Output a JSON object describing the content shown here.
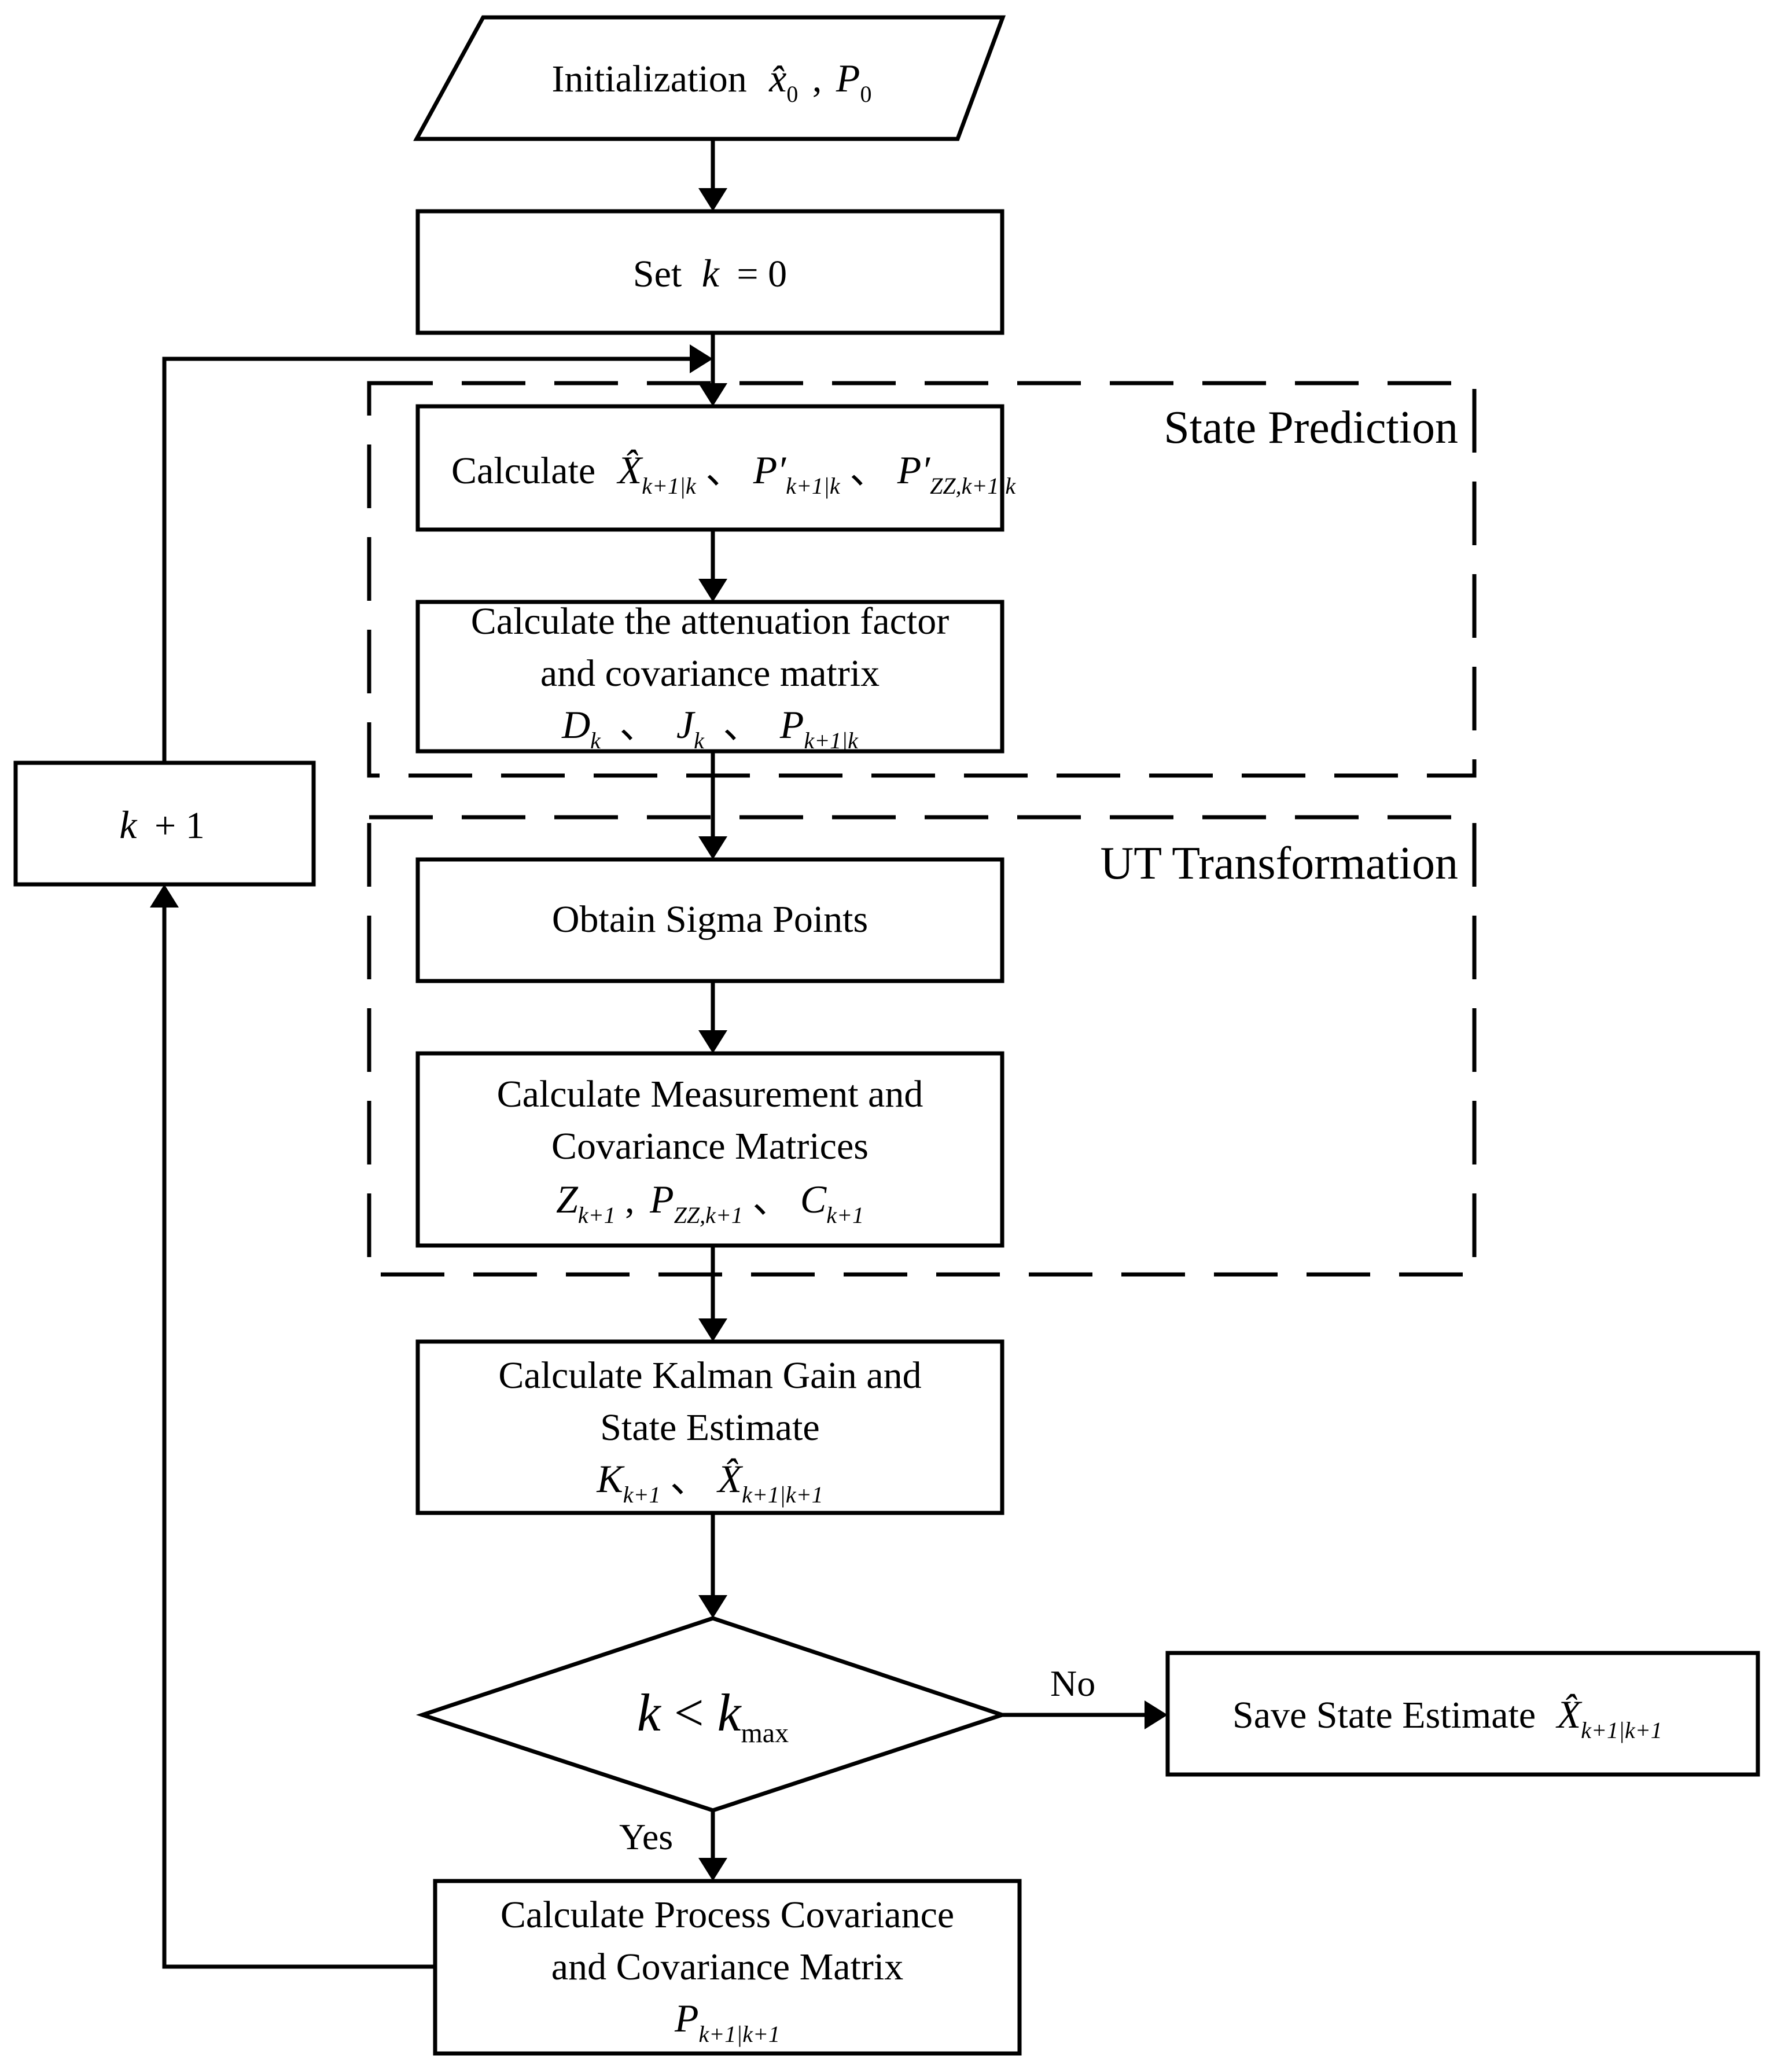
{
  "nodes": {
    "init": {
      "label": "Initialization",
      "math_x": "x̂",
      "sub_0": "0",
      "sep": ",",
      "math_p": "P",
      "sub_p": "0"
    },
    "set_k": {
      "label": "Set",
      "expr_k": "k",
      "expr_eq": "= 0"
    },
    "state_pred_calc": {
      "label": "Calculate",
      "x_hat": "X̂",
      "x_sub": "k+1|k",
      "sep1": "、",
      "p_prime": "P′",
      "p_sub": "k+1|k",
      "sep2": "、",
      "pzz_prime": "P′",
      "pzz_sub": "ZZ,k+1|k"
    },
    "attenuation": {
      "line1": "Calculate the attenuation factor",
      "line2": "and covariance matrix",
      "d": "D",
      "d_sub": "k",
      "sep1": "、",
      "j": "J",
      "j_sub": "k",
      "sep2": "、",
      "p": "P",
      "p_sub": "k+1|k"
    },
    "sigma": {
      "label": "Obtain Sigma Points"
    },
    "measurement": {
      "line1": "Calculate Measurement and",
      "line2": "Covariance Matrices",
      "z": "Z",
      "z_sub": "k+1",
      "sep1": ",",
      "pzz": "P",
      "pzz_sub": "ZZ,k+1",
      "sep2": "、",
      "c": "C",
      "c_sub": "k+1"
    },
    "kalman": {
      "line1": "Calculate Kalman Gain and",
      "line2": "State Estimate",
      "k": "K",
      "k_sub": "k+1",
      "sep": "、",
      "x_hat": "X̂",
      "x_sub": "k+1|k+1"
    },
    "decision": {
      "k": "k",
      "op": "<",
      "kmax": "k",
      "kmax_sub": "max"
    },
    "save": {
      "label": "Save State Estimate",
      "x_hat": "X̂",
      "x_sub": "k+1|k+1"
    },
    "process_cov": {
      "line1": "Calculate Process Covariance",
      "line2": "and Covariance Matrix",
      "p": "P",
      "p_sub": "k+1|k+1"
    },
    "increment": {
      "k": "k",
      "plus": "+ 1"
    }
  },
  "groups": {
    "state_prediction": "State Prediction",
    "ut_transformation": "UT Transformation"
  },
  "edge_labels": {
    "no": "No",
    "yes": "Yes"
  }
}
